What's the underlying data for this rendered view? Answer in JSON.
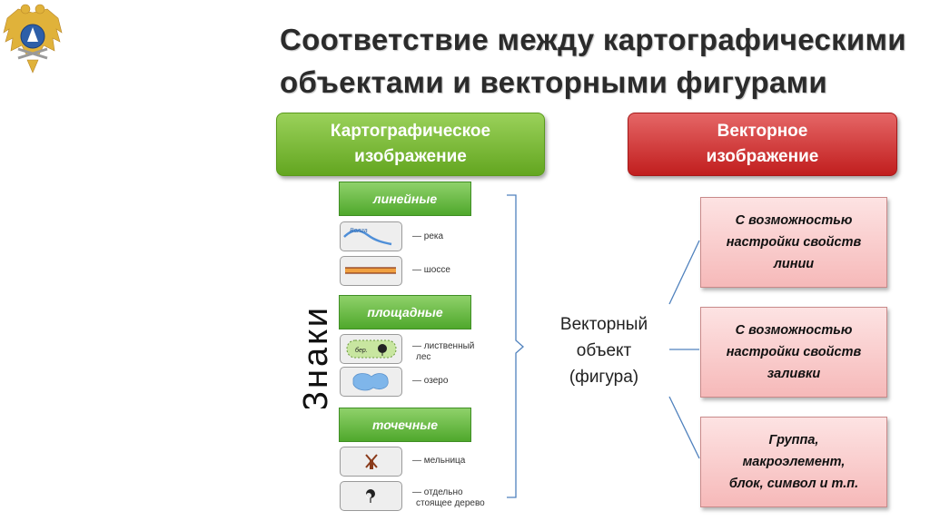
{
  "title_line1": "Соответствие между картографическими",
  "title_line2": "объектами и векторными фигурами",
  "left_header_line1": "Картографическое",
  "left_header_line2": "изображение",
  "right_header_line1": "Векторное",
  "right_header_line2": "изображение",
  "side_label": "Знаки",
  "categories": {
    "linear": "линейные",
    "areal": "площадные",
    "point": "точечные"
  },
  "signs": {
    "river": "— река",
    "river_text": "Волга",
    "highway": "— шоссе",
    "forest_line1": "— лиственный",
    "forest_line2": "лес",
    "forest_text": "бер.",
    "lake": "— озеро",
    "mill": "— мельница",
    "tree_line1": "— отдельно",
    "tree_line2": "стоящее дерево"
  },
  "vector_object": {
    "line1": "Векторный",
    "line2": "объект",
    "line3": "(фигура)"
  },
  "properties": [
    {
      "line1": "С возможностью",
      "line2": "настройки свойств",
      "line3": "линии"
    },
    {
      "line1": "С возможностью",
      "line2": "настройки свойств",
      "line3": "заливки"
    },
    {
      "line1": "Группа,",
      "line2": "макроэлемент,",
      "line3": "блок, символ и т.п."
    }
  ],
  "colors": {
    "green_header": "#7bbd3c",
    "red_header": "#d33a3a",
    "category_green": "#6cbf4a",
    "property_pink": "#f8c9c9",
    "connector_blue": "#4f81bd"
  }
}
